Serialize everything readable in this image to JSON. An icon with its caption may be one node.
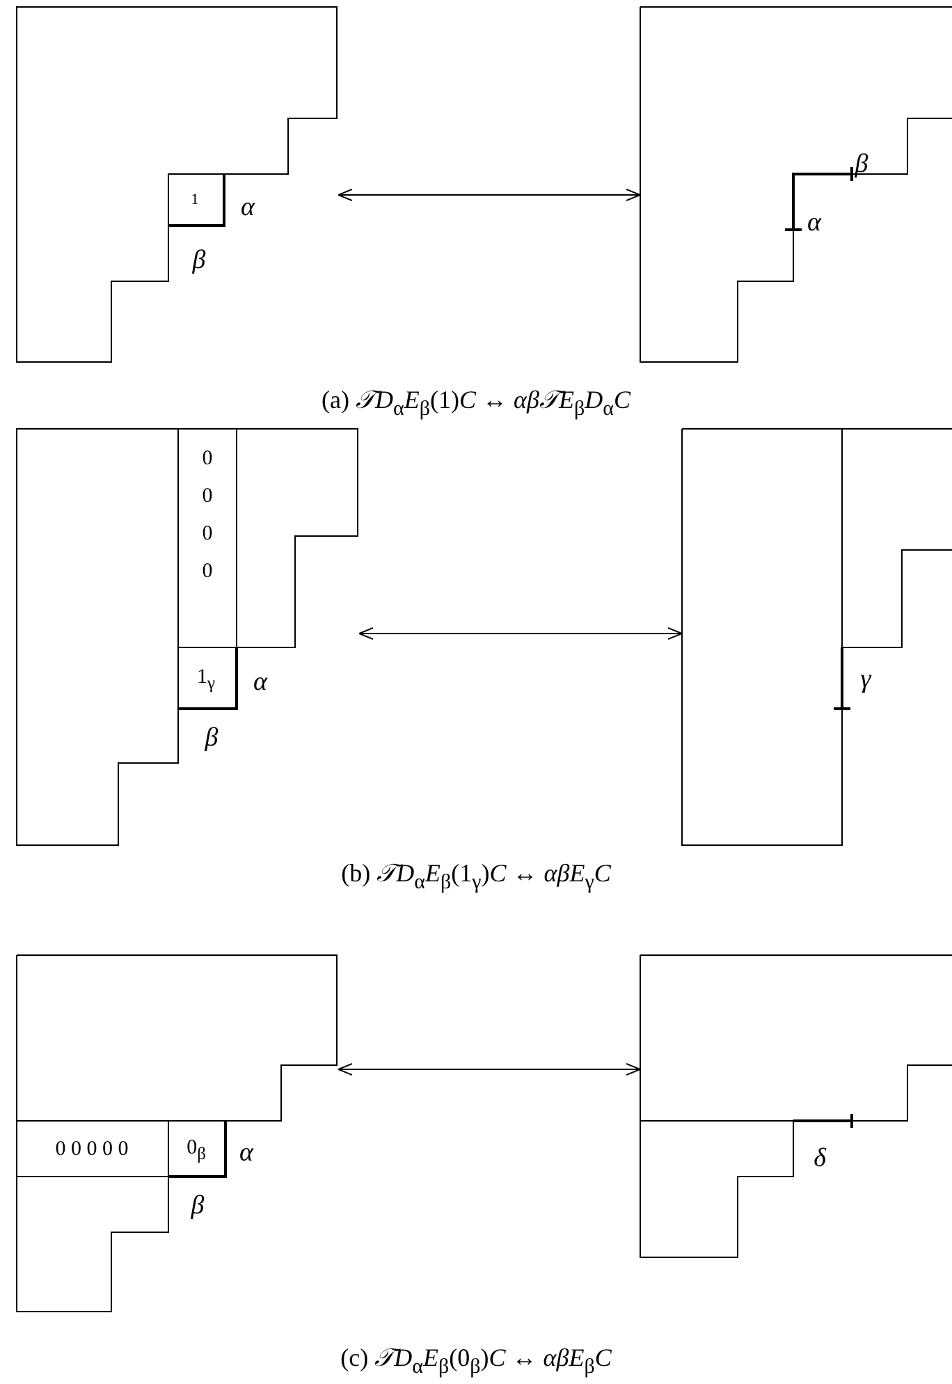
{
  "diagram": {
    "nodes": [
      {
        "text": [],
        "shape": "staircase"
      },
      {
        "text": [],
        "shape": "staircase"
      },
      {
        "text": [],
        "shape": "staircase"
      },
      {
        "text": [],
        "shape": "staircase"
      },
      {
        "text": [],
        "shape": "staircase"
      },
      {
        "text": [],
        "shape": "staircase"
      }
    ],
    "edges": [
      {
        "from": 0,
        "to": 1,
        "arrow": "both"
      },
      {
        "from": 2,
        "to": 3,
        "arrow": "both"
      },
      {
        "from": 4,
        "to": 5,
        "arrow": "both"
      }
    ],
    "labels": [
      "1",
      "α",
      "β",
      "α",
      "β",
      "(a) *𝒯D*$_{α}$*E*$_{β}$(1)*C* ↔ *αβ𝒯E*$_{β}$*D*$_{α}$*C*",
      "0",
      "0",
      "0",
      "0",
      "1$_{γ}$",
      "α",
      "β",
      "γ",
      "(b) *𝒯D*$_{α}$*E*$_{β}$(1$_{γ}$)*C* ↔ *αβE*$_{γ}$*C*",
      "0 0 0 0 0",
      "0$_{β}$",
      "α",
      "β",
      "δ",
      "(c) *𝒯D*$_{α}$*E*$_{β}$(0$_{β}$)*C* ↔ *αβE*$_{β}$*C*"
    ]
  }
}
